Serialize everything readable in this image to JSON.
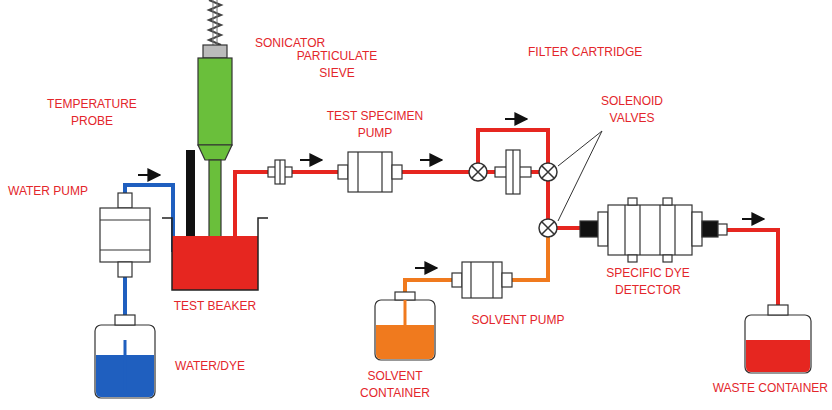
{
  "diagram": {
    "labels": [
      "SONICATOR",
      "TEMPERATURE PROBE",
      "PARTICULATE SIEVE",
      "TEST SPECIMEN PUMP",
      "FILTER CARTRIDGE",
      "SOLENOID VALVES",
      "WATER PUMP",
      "TEST BEAKER",
      "WATER/DYE",
      "SOLVENT PUMP",
      "SPECIFIC DYE DETECTOR",
      "SOLVENT CONTAINER",
      "WASTE CONTAINER"
    ]
  }
}
